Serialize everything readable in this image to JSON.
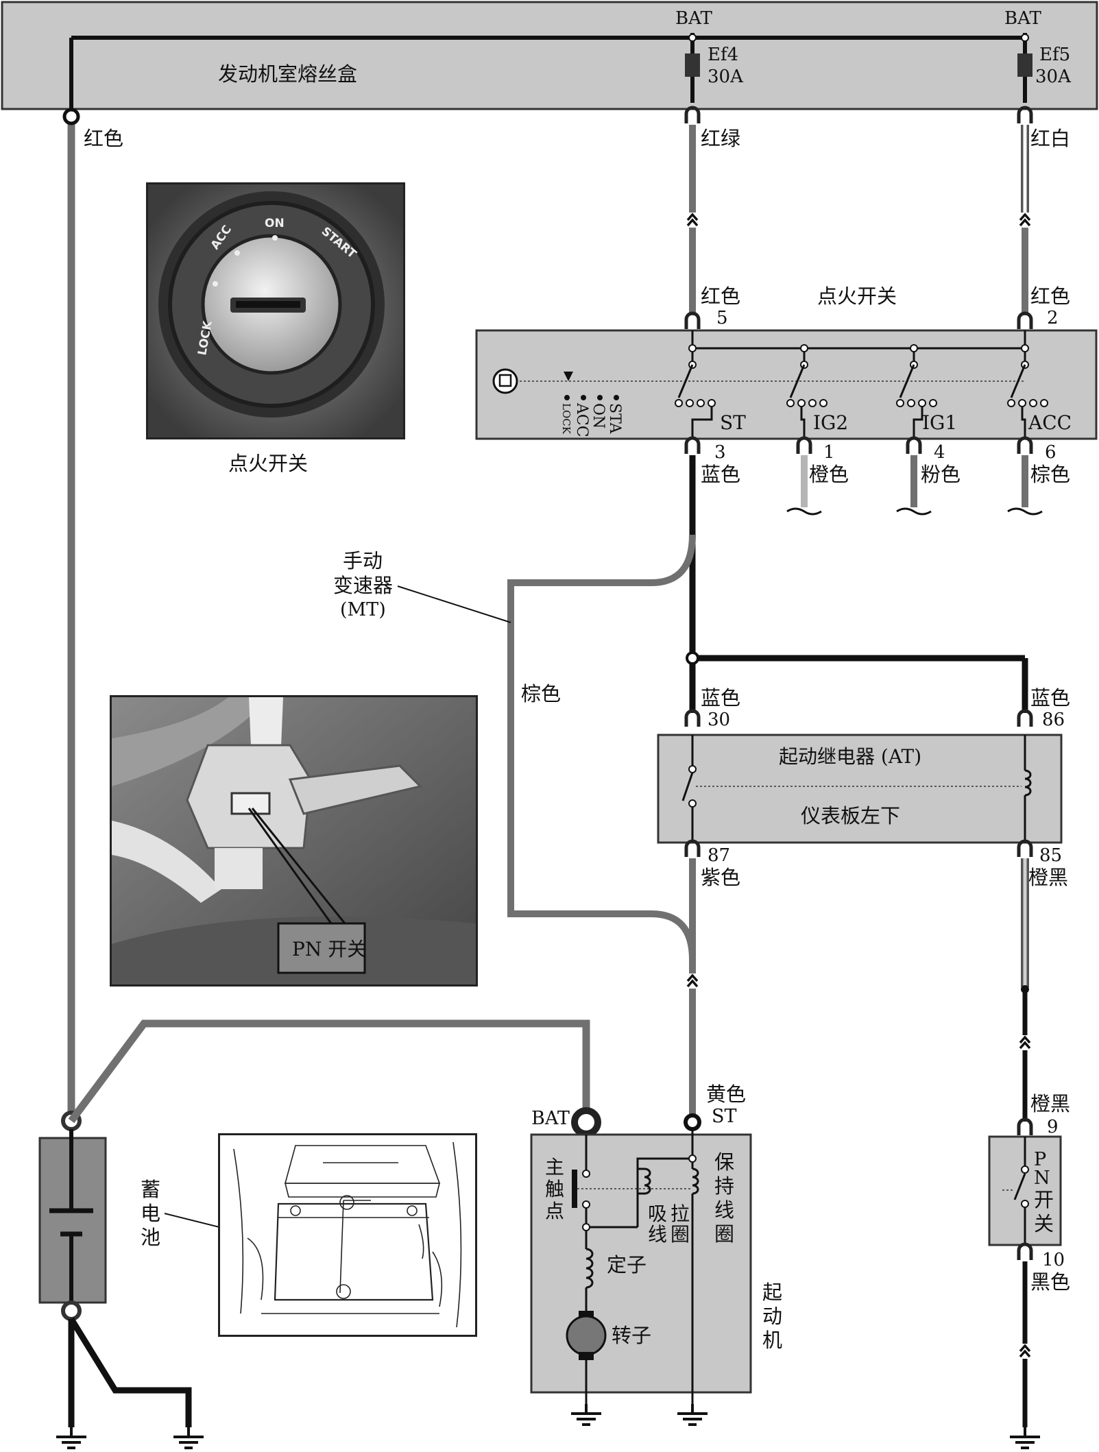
{
  "fusebox": {
    "title": "发动机室熔丝盒",
    "bat_left": "BAT",
    "bat_right": "BAT",
    "ef4": "Ef4",
    "ef4_amp": "30A",
    "ef5": "Ef5",
    "ef5_amp": "30A"
  },
  "wires": {
    "hongse_left": "红色",
    "honglv": "红绿",
    "hongbai": "红白",
    "hongse_5": "红色",
    "pin5": "5",
    "hongse_2": "红色",
    "pin2": "2",
    "pin3": "3",
    "lanse_3": "蓝色",
    "pin1": "1",
    "chengse": "橙色",
    "pin4": "4",
    "fense": "粉色",
    "pin6": "6",
    "zongse_6": "棕色",
    "zongse_mt": "棕色",
    "lanse_30": "蓝色",
    "pin30": "30",
    "lanse_86": "蓝色",
    "pin86": "86",
    "pin87": "87",
    "zise": "紫色",
    "pin85": "85",
    "chenghei_85": "橙黑",
    "huangse": "黄色",
    "st_label": "ST",
    "chenghei_9": "橙黑",
    "pin9": "9",
    "pin10": "10",
    "heise": "黑色"
  },
  "ignition_switch": {
    "title": "点火开关",
    "contacts": [
      "ST",
      "IG2",
      "IG1",
      "ACC"
    ],
    "positions": [
      "LOCK",
      "ACC",
      "ON",
      "STA"
    ]
  },
  "photo_ignition": {
    "caption": "点火开关",
    "ring_labels": [
      "ACC",
      "ON",
      "START",
      "LOCK"
    ]
  },
  "mt_label": {
    "line1": "手动",
    "line2": "变速器",
    "line3": "(MT)"
  },
  "photo_pn": {
    "caption": "PN 开关"
  },
  "relay": {
    "title": "起动继电器 (AT)",
    "location": "仪表板左下"
  },
  "battery": {
    "label_chars": [
      "蓄",
      "电",
      "池"
    ]
  },
  "starter": {
    "bat_label": "BAT",
    "main_contact": [
      "主",
      "触",
      "点"
    ],
    "pull_coil": [
      "吸",
      "拉",
      "线",
      "圈"
    ],
    "hold_coil": [
      "保",
      "持",
      "线",
      "圈"
    ],
    "stator": "定子",
    "rotor": "转子",
    "label_chars": [
      "起",
      "动",
      "机"
    ]
  },
  "pn_switch": {
    "label_chars": [
      "P",
      "N",
      "开",
      "关"
    ]
  }
}
